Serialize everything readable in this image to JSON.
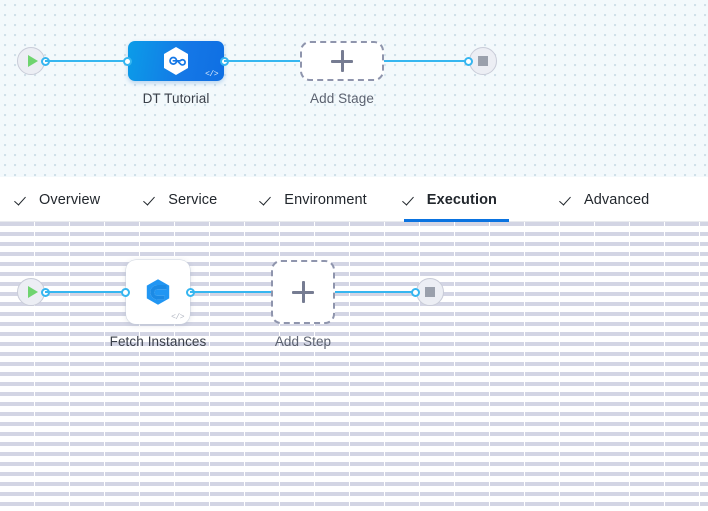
{
  "colors": {
    "accent_blue": "#0a73e0",
    "wire_blue": "#36b6f0",
    "node_blue": "#1477e6",
    "stage_canvas_bg": "#f3f9fc",
    "step_canvas_bg": "#ffffff",
    "terminal_grey": "#eceef4",
    "play_green": "#6fd46f",
    "stop_grey": "#9aa0ac",
    "dashed_border": "#8f95ad",
    "text_dark": "#22272d"
  },
  "stage_canvas": {
    "start_node": {
      "icon": "play-icon",
      "label": ""
    },
    "stage_node": {
      "label": "DT Tutorial",
      "icon": "hexagon-link-icon",
      "badge": "</>"
    },
    "add_stage": {
      "label": "Add Stage",
      "icon": "plus-icon"
    },
    "end_node": {
      "icon": "stop-icon",
      "label": ""
    }
  },
  "tabs": {
    "items": [
      {
        "label": "Overview",
        "icon": "check-icon",
        "active": false
      },
      {
        "label": "Service",
        "icon": "check-icon",
        "active": false
      },
      {
        "label": "Environment",
        "icon": "check-icon",
        "active": false
      },
      {
        "label": "Execution",
        "icon": "check-icon",
        "active": true
      },
      {
        "label": "Advanced",
        "icon": "check-icon",
        "active": false
      }
    ]
  },
  "step_canvas": {
    "start_node": {
      "icon": "play-icon",
      "label": ""
    },
    "step_node": {
      "label": "Fetch Instances",
      "icon": "hexagon-e-icon",
      "badge": "</>"
    },
    "add_step": {
      "label": "Add Step",
      "icon": "plus-icon"
    },
    "end_node": {
      "icon": "stop-icon",
      "label": ""
    }
  }
}
